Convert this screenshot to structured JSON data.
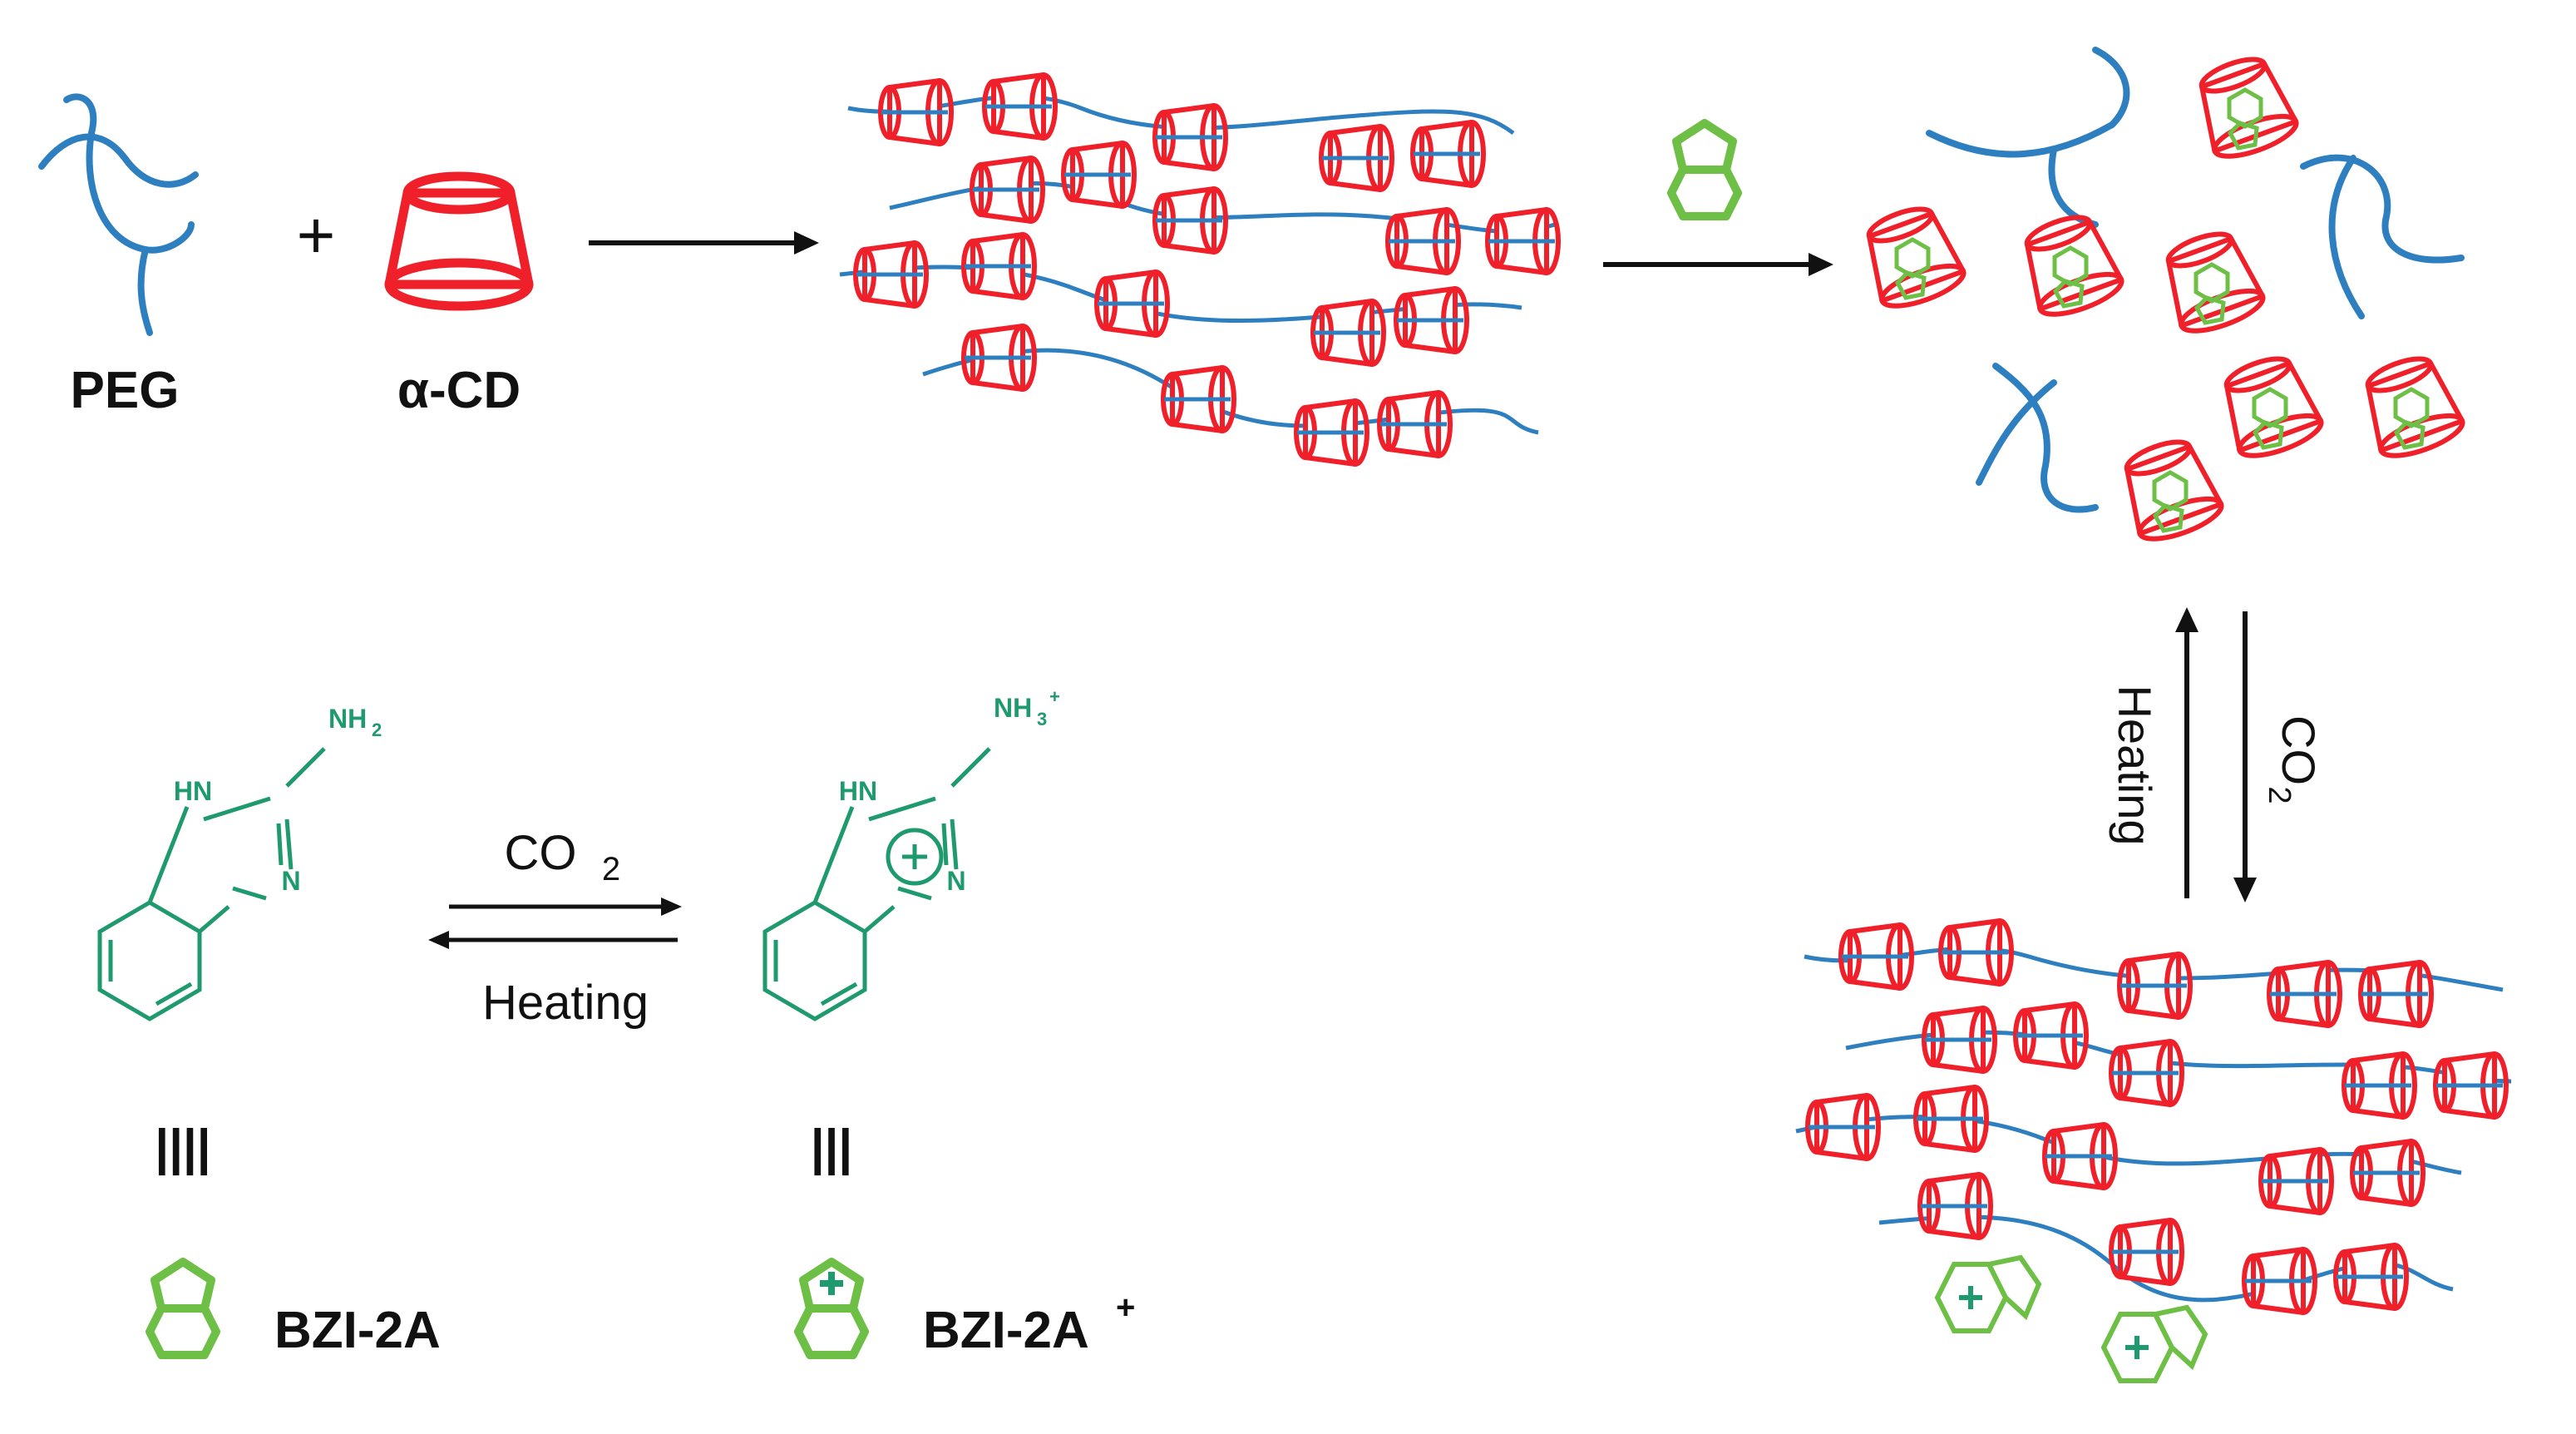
{
  "labels": {
    "peg": "PEG",
    "alpha_cd": "α-CD",
    "plus": "+",
    "bzi": "BZI-2A",
    "bzi_plus_base": "BZI-2A",
    "bzi_plus_sup": "+",
    "co2_base": "CO",
    "co2_sub": "2",
    "heating": "Heating",
    "nh2_base": "NH",
    "nh2_sub": "2",
    "nh3_base": "NH",
    "nh3_sub": "3",
    "nh3_sup": "+",
    "hn": "HN",
    "n": "N",
    "equiv": "||||",
    "equiv2": "|||"
  },
  "colors": {
    "peg_blue": "#2e7fc0",
    "cd_red": "#f0202a",
    "guest_green": "#6dbf45",
    "mol_teal": "#1e9a6e",
    "arrow": "#111111",
    "text": "#111111"
  }
}
